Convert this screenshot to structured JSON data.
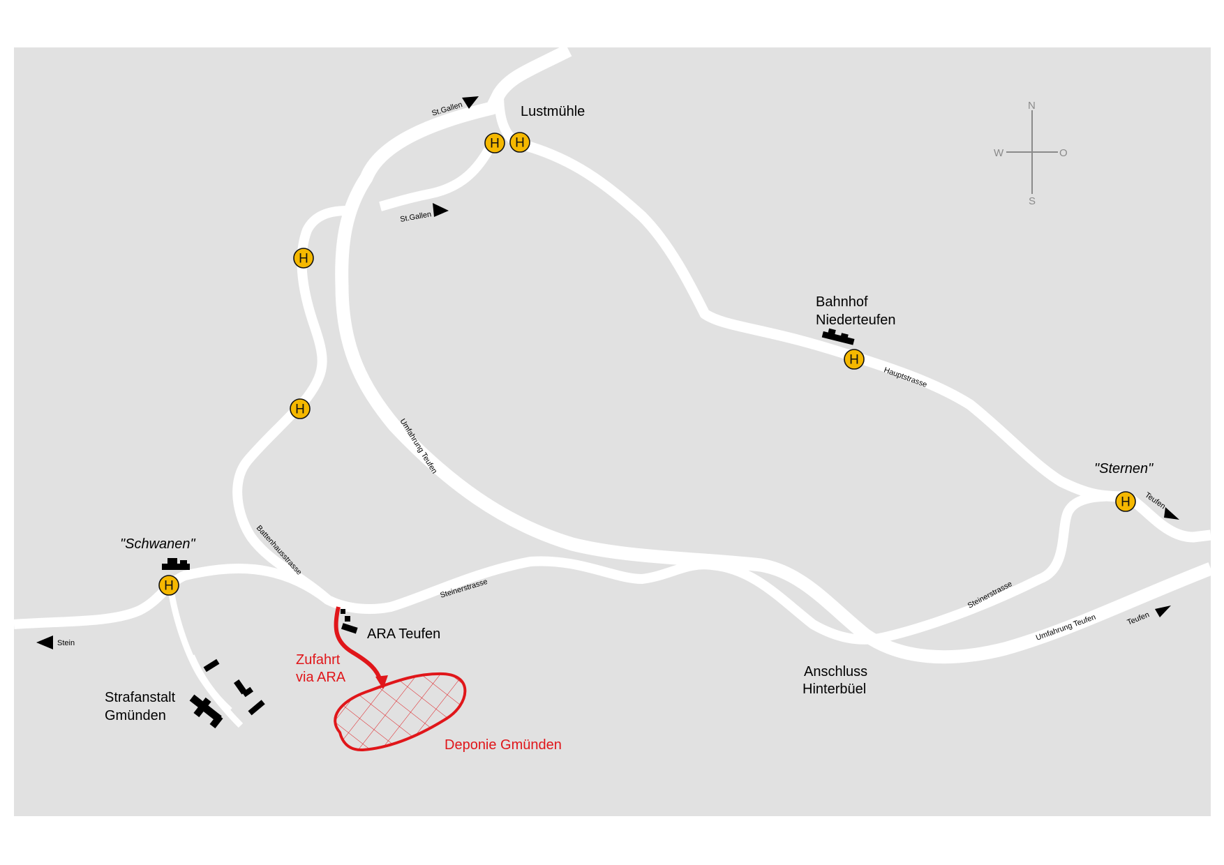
{
  "map": {
    "colors": {
      "background": "#e1e1e1",
      "road": "#ffffff",
      "access": "#e0161a",
      "stop": "#f5b800"
    },
    "places": {
      "lustmuehle": "Lustmühle",
      "bahnhof_line1": "Bahnhof",
      "bahnhof_line2": "Niederteufen",
      "sternen": "\"Sternen\"",
      "schwanen": "\"Schwanen\"",
      "ara": "ARA Teufen",
      "strafanstalt_line1": "Strafanstalt",
      "strafanstalt_line2": "Gmünden",
      "anschluss_line1": "Anschluss",
      "anschluss_line2": "Hinterbüel"
    },
    "access": {
      "label_line1": "Zufahrt",
      "label_line2": "via ARA",
      "deponie": "Deponie Gmünden"
    },
    "roads": {
      "umfahrung_1": "Umfahrung Teufen",
      "umfahrung_2": "Umfahrung Teufen",
      "hauptstrasse": "Hauptstrasse",
      "battenhausstrasse": "Battenhausstrasse",
      "steinerstrasse_1": "Steinerstrasse",
      "steinerstrasse_2": "Steinerstrasse"
    },
    "directions": {
      "stgallen_1": "St.Gallen",
      "stgallen_2": "St.Gallen",
      "teufen_1": "Teufen",
      "teufen_2": "Teufen",
      "stein": "Stein"
    },
    "compass": {
      "n": "N",
      "s": "S",
      "w": "W",
      "o": "O"
    },
    "bus_stop_symbol": "H",
    "bus_stops": [
      "stop-lustmuehle-1",
      "stop-lustmuehle-2",
      "stop-upper-west",
      "stop-lower-west",
      "stop-bahnhof",
      "stop-sternen",
      "stop-schwanen"
    ]
  }
}
